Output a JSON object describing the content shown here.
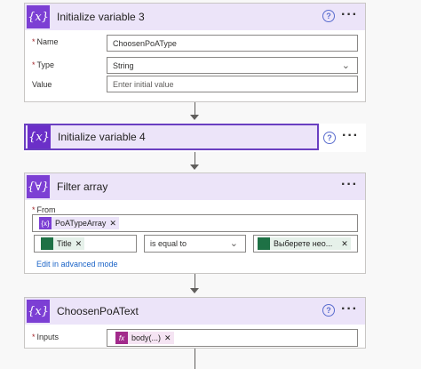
{
  "card1": {
    "title": "Initialize variable 3",
    "icon": "{x}",
    "name_label": "Name",
    "name_value": "ChoosenPoAType",
    "type_label": "Type",
    "type_value": "String",
    "value_label": "Value",
    "value_placeholder": "Enter initial value"
  },
  "card2": {
    "title": "Initialize variable 4",
    "icon": "{x}"
  },
  "card3": {
    "title": "Filter array",
    "icon": "{∀}",
    "from_label": "From",
    "from_token": "PoATypeArray",
    "left_token": "Title",
    "operator": "is equal to",
    "right_token": "Выберете нео...",
    "advanced_link": "Edit in advanced mode"
  },
  "card4": {
    "title": "ChoosenPoAText",
    "icon": "{𝑥}",
    "inputs_label": "Inputs",
    "inputs_token": "body(...)",
    "fx": "fx"
  },
  "common": {
    "help_glyph": "?",
    "more_glyph": "···",
    "required_mark": "*",
    "remove_glyph": "✕",
    "chevron": "⌄"
  },
  "colors": {
    "variable_purple": "#7c3fd4",
    "header_bg": "#ece4f9",
    "excel_green": "#1e7145",
    "link_blue": "#1a63c7"
  }
}
